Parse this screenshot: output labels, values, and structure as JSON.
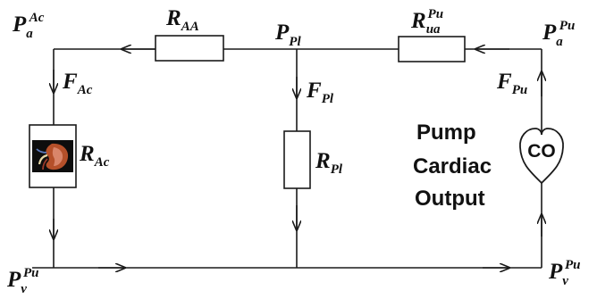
{
  "nodes": {
    "top_left": {
      "base": "P",
      "sub": "a",
      "sup": "Ac"
    },
    "top_mid": {
      "base": "P",
      "sub": "Pl"
    },
    "top_right": {
      "base": "P",
      "sub": "a",
      "sup": "Pu"
    },
    "bottom_left": {
      "base": "P",
      "sub": "v",
      "sup": "Pu"
    },
    "bottom_right": {
      "base": "P",
      "sub": "v",
      "sup": "Pu"
    }
  },
  "resistors": {
    "r_aa": {
      "base": "R",
      "sub": "AA"
    },
    "r_ua": {
      "base": "R",
      "sub": "ua",
      "sup": "Pu"
    },
    "r_ac": {
      "base": "R",
      "sub": "Ac"
    },
    "r_pl": {
      "base": "R",
      "sub": "Pl"
    }
  },
  "flows": {
    "f_ac": {
      "base": "F",
      "sub": "Ac"
    },
    "f_pl": {
      "base": "F",
      "sub": "Pl"
    },
    "f_pu": {
      "base": "F",
      "sub": "Pu"
    }
  },
  "pump_label": {
    "line1": "Pump",
    "line2": "Cardiac",
    "line3": "Output"
  },
  "heart_label": "CO",
  "kidney_image": "kidney-cross-section"
}
